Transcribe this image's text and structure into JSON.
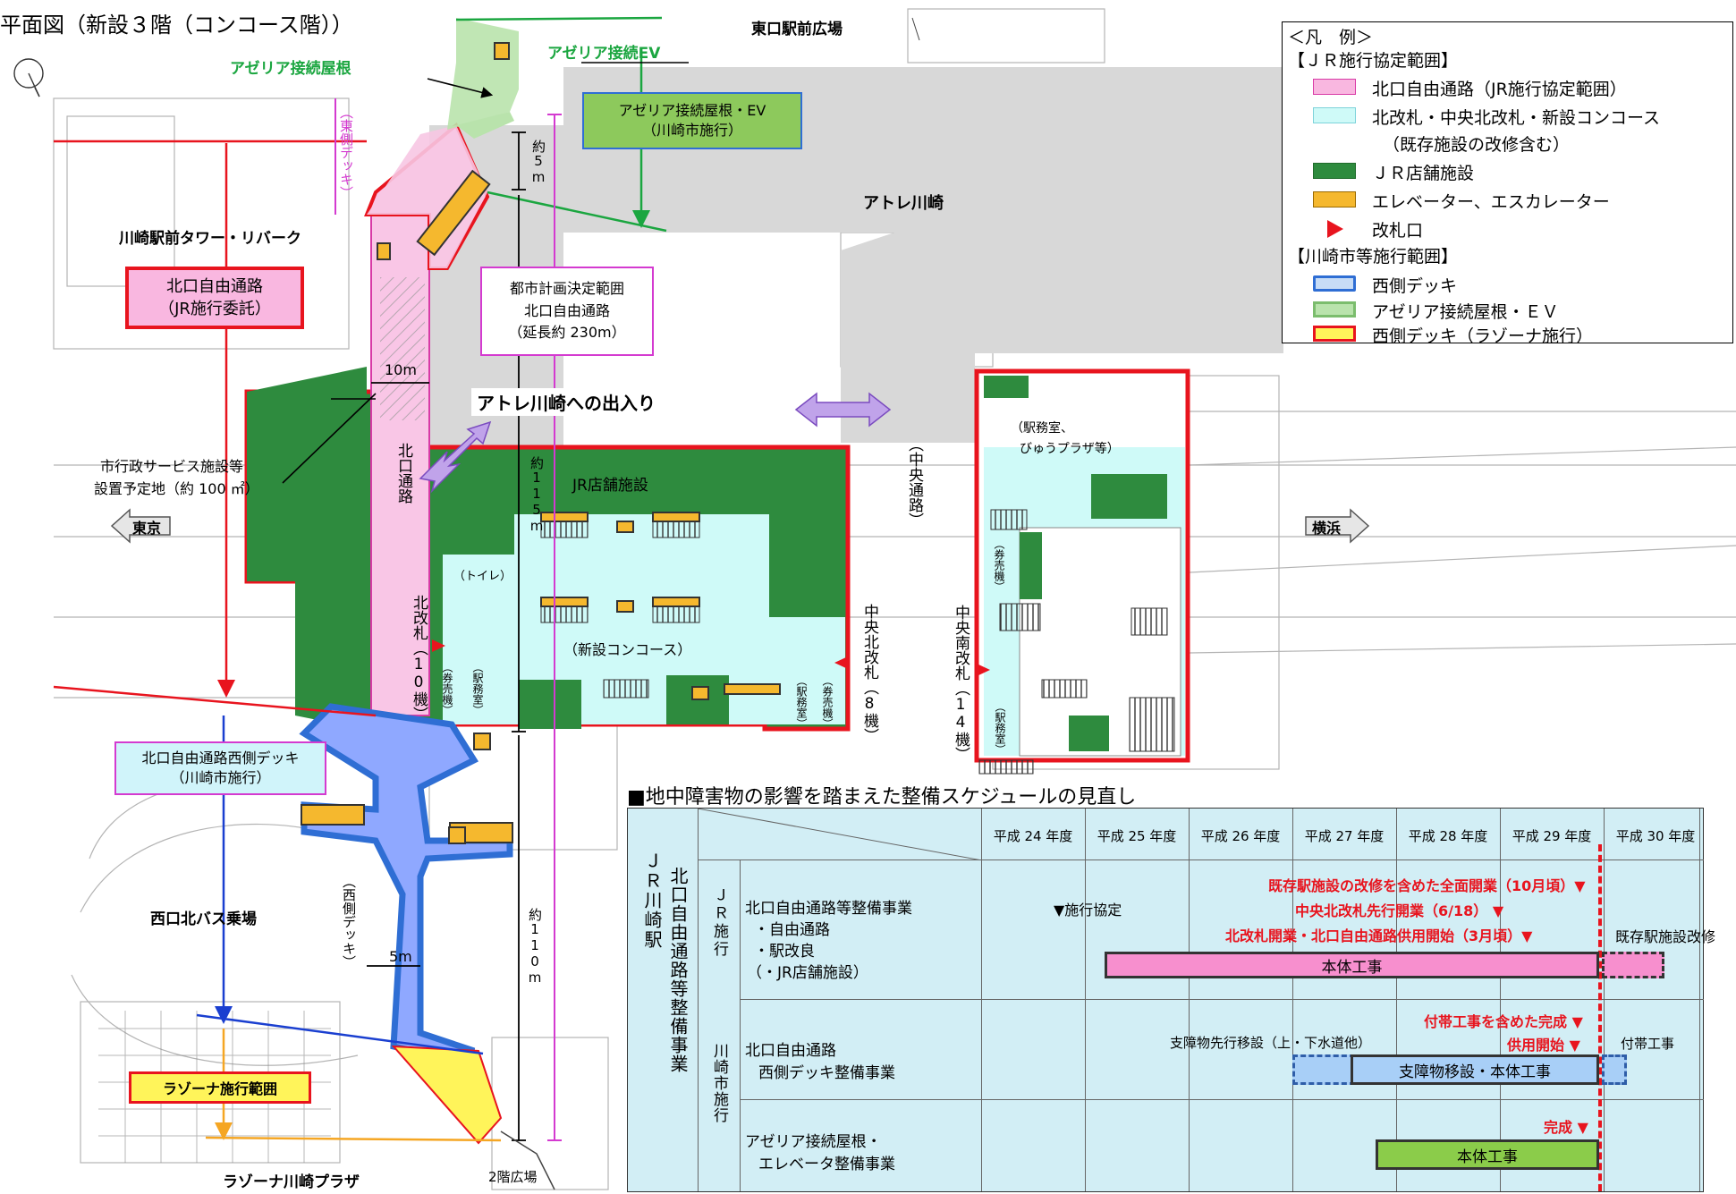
{
  "title": "平面図（新設３階（コンコース階））",
  "map": {
    "east_plaza": "東口駅前広場",
    "azalea_roof": "アゼリア接続屋根",
    "azalea_ev": "アゼリア接続EV",
    "azalea_box": [
      "アゼリア接続屋根・EV",
      "（川崎市施行）"
    ],
    "east_deck": "（東側デッキ）",
    "dist_5m": "約5m",
    "tower": "川崎駅前タワー・リバーク",
    "north_passage_box": [
      "北口自由通路",
      "（JR施行委託）"
    ],
    "city_plan_box": [
      "都市計画決定範囲",
      "北口自由通路",
      "（延長約 230m）"
    ],
    "atre": "アトレ川崎",
    "atre_access": "アトレ川崎への出入り",
    "width_10m": "10m",
    "admin_service": [
      "市行政サービス施設等",
      "設置予定地（約 100 ㎡）"
    ],
    "tokyo": "東京",
    "yokohama": "横浜",
    "kitaguchi_tsuro": "北口通路",
    "dist_115m": "約115m",
    "jr_shop": "JR店舗施設",
    "toilet": "（トイレ）",
    "new_concourse": "（新設コンコース）",
    "north_gate": "北改札（10機）",
    "ticket_machine": "（券売機）",
    "station_office": "（駅務室）",
    "chuo_tsuro": "（中央通路）",
    "chuo_north_gate": "中央北改札（8機）",
    "chuo_south_gate": "中央南改札（14機）",
    "station_office_plaza": [
      "（駅務室、",
      "びゅうプラザ等）"
    ],
    "west_deck_box": [
      "北口自由通路西側デッキ",
      "（川崎市施行）"
    ],
    "west_deck": "（西側デッキ）",
    "west_bus": "西口北バス乗場",
    "dist_110m": "約110m",
    "width_5m": "5m",
    "lazona_range": "ラゾーナ施行範囲",
    "lazona_plaza": "ラゾーナ川崎プラザ",
    "plaza_2f": "2階広場"
  },
  "legend": {
    "title": "＜凡　例＞",
    "group_jr": "【ＪＲ施行協定範囲】",
    "items_jr": [
      {
        "label": "北口自由通路（JR施行協定範囲）",
        "color": "#f9b7e0",
        "border": "#d83aa6"
      },
      {
        "label": "北改札・中央北改札・新設コンコース",
        "color": "#cffaf8",
        "border": "#7dd3da"
      },
      {
        "label": "（既存施設の改修含む）",
        "color": "",
        "border": ""
      },
      {
        "label": "ＪＲ店舗施設",
        "color": "#2e8b3e",
        "border": "#1f6b2b"
      },
      {
        "label": "エレベーター、エスカレーター",
        "color": "#f5b82e",
        "border": "#9a6a00"
      },
      {
        "label": "改札口",
        "color": "#e8141e",
        "border": ""
      }
    ],
    "group_city": "【川崎市等施行範囲】",
    "items_city": [
      {
        "label": "西側デッキ",
        "color": "#c7dcf6",
        "border": "#2f6ed4"
      },
      {
        "label": "アゼリア接続屋根・ＥＶ",
        "color": "#b9e3ac",
        "border": "#7bbd6d"
      },
      {
        "label": "西側デッキ（ラゾーナ施行）",
        "color": "#fff45a",
        "border": "#e8141e"
      }
    ]
  },
  "schedule": {
    "heading": "■地中障害物の影響を踏まえた整備スケジュールの見直し",
    "left_main": "ＪＲ川崎駅",
    "left_sub": "北口自由通路等整備事業",
    "group_jr": "ＪＲ施行",
    "group_city": "川崎市施行",
    "years": [
      "平成 24 年度",
      "平成 25 年度",
      "平成 26 年度",
      "平成 27 年度",
      "平成 28 年度",
      "平成 29 年度",
      "平成 30 年度"
    ],
    "row1_title": [
      "北口自由通路等整備事業",
      "・自由通路",
      "・駅改良",
      "（・JR店舗施設）"
    ],
    "row2_title": [
      "北口自由通路",
      "西側デッキ整備事業"
    ],
    "row3_title": [
      "アゼリア接続屋根・",
      "エレベータ整備事業"
    ],
    "row1_agreement": "▼施行協定",
    "row1_ms1": "既存駅施設の改修を含めた全面開業（10月頃）▼",
    "row1_ms2": "中央北改札先行開業（6/18） ▼",
    "row1_ms3": "北改札開業・北口自由通路供用開始（3月頃）▼",
    "row1_after": "既存駅施設改修",
    "row1_bar": "本体工事",
    "row2_ms1": "付帯工事を含めた完成 ▼",
    "row2_pre": "支障物先行移設（上・下水道他）",
    "row2_ms2": "供用開始 ▼",
    "row2_after": "付帯工事",
    "row2_bar": "支障物移設・本体工事",
    "row3_ms": "完成 ▼",
    "row3_bar": "本体工事"
  }
}
